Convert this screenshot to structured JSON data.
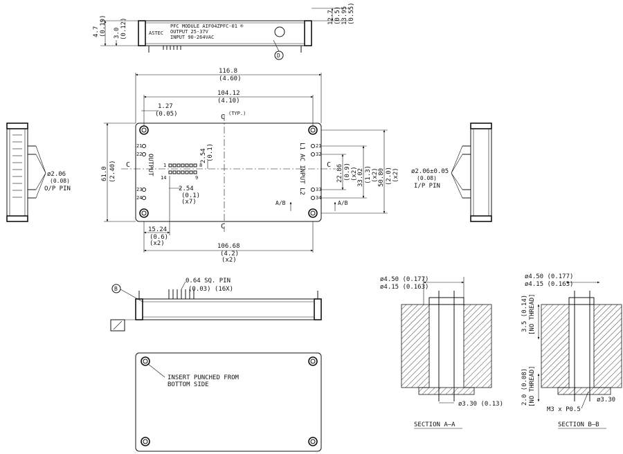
{
  "top_view": {
    "h1_mm": "4.7",
    "h1_in": "(0.19)",
    "h2_mm": "3.0",
    "h2_in": "(0.12)",
    "h3_mm": "12.7",
    "h3_in": "(0.5)",
    "h4_mm": "13.95",
    "h4_in": "(0.55)",
    "label_line1": "PFC MODULE AIF04ZPFC-01 ®",
    "label_line2": "OUTPUT  25-37V",
    "label_line3": "INPUT  90-264VAC",
    "brand": "ASTEC",
    "marker": "D"
  },
  "main_view": {
    "width_mm": "116.8",
    "width_in": "(4.60)",
    "pitch_mm": "104.12",
    "pitch_in": "(4.10)",
    "pin_pitch_mm": "1.27",
    "pin_pitch_in": "(0.05)",
    "typ": "(TYP.)",
    "height_mm": "61.0",
    "height_in": "(2.40)",
    "vpitch_mm": "50.80",
    "vpitch_in": "(2.0)",
    "vpitch_x": "(x2)",
    "p33_mm": "33.02",
    "p33_in": "(1.3)",
    "p33_x": "(x2)",
    "p22_mm": "22.86",
    "p22_in": "(0.9)",
    "p22_x": "(x2)",
    "p254_mm": "2.54",
    "p254_in": "(0.1)",
    "p254b_mm": "2.54",
    "p254b_in": "(0.1)",
    "p254b_x": "(x7)",
    "p1524_mm": "15.24",
    "p1524_in": "(0.6)",
    "p1524_x": "(x2)",
    "p10668_mm": "106.68",
    "p10668_in": "(4.2)",
    "p10668_x": "(x2)",
    "output_label": "OUTPUT",
    "input_label_l1": "L1 AC INPUT L2",
    "pins_left": [
      "21",
      "22",
      "23",
      "24"
    ],
    "pins_right": [
      "21",
      "32",
      "33",
      "34"
    ],
    "pin_1": "1",
    "pin_14": "14",
    "pin_8": "8",
    "pin_9": "9",
    "section_a": "A/B",
    "section_b": "A/B",
    "c_marks": [
      "C",
      "C",
      "C",
      "C"
    ]
  },
  "left_view": {
    "dia": "ø2.06",
    "dia_in": "(0.08)",
    "label": "O/P PIN"
  },
  "right_view": {
    "dia": "ø2.06±0.05",
    "dia_in": "(0.08)",
    "label": "I/P PIN"
  },
  "side_view": {
    "pin_label": "0.64 SQ. PIN",
    "pin_label2": "(0.03) (16X)",
    "marker": "B"
  },
  "bottom_view": {
    "note_line1": "INSERT PUNCHED FROM",
    "note_line2": "BOTTOM SIDE"
  },
  "section_aa": {
    "d1": "ø4.50 (0.177)",
    "d2": "ø4.15 (0.163)",
    "d3": "ø3.30 (0.13)",
    "title": "SECTION A–A"
  },
  "section_bb": {
    "d1": "ø4.50 (0.177)",
    "d2": "ø4.15 (0.163)",
    "v1": "3.5 (0.14)",
    "v1b": "[NO THREAD]",
    "v2": "2.0 (0.08)",
    "v2b": "[NO THREAD]",
    "d3": "ø3.30",
    "thread": "M3 x P0.5",
    "title": "SECTION B–B"
  }
}
